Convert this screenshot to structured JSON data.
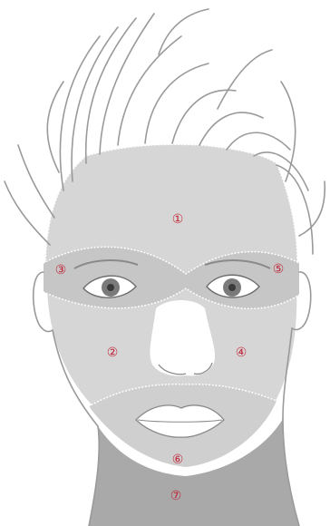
{
  "diagram": {
    "colors": {
      "background": "#ffffff",
      "zone_fill": "#d6d6d6",
      "neck_fill": "#a9a9a9",
      "outline": "#9a9a9a",
      "label": "#c0273a"
    },
    "zones": [
      {
        "id": "1",
        "label": "①",
        "region": "forehead"
      },
      {
        "id": "2",
        "label": "②",
        "region": "right-cheek"
      },
      {
        "id": "3",
        "label": "③",
        "region": "right-eye-temple"
      },
      {
        "id": "4",
        "label": "④",
        "region": "left-cheek"
      },
      {
        "id": "5",
        "label": "⑤",
        "region": "left-eye-temple"
      },
      {
        "id": "6",
        "label": "⑥",
        "region": "chin-mouth"
      },
      {
        "id": "7",
        "label": "⑦",
        "region": "neck"
      }
    ]
  }
}
